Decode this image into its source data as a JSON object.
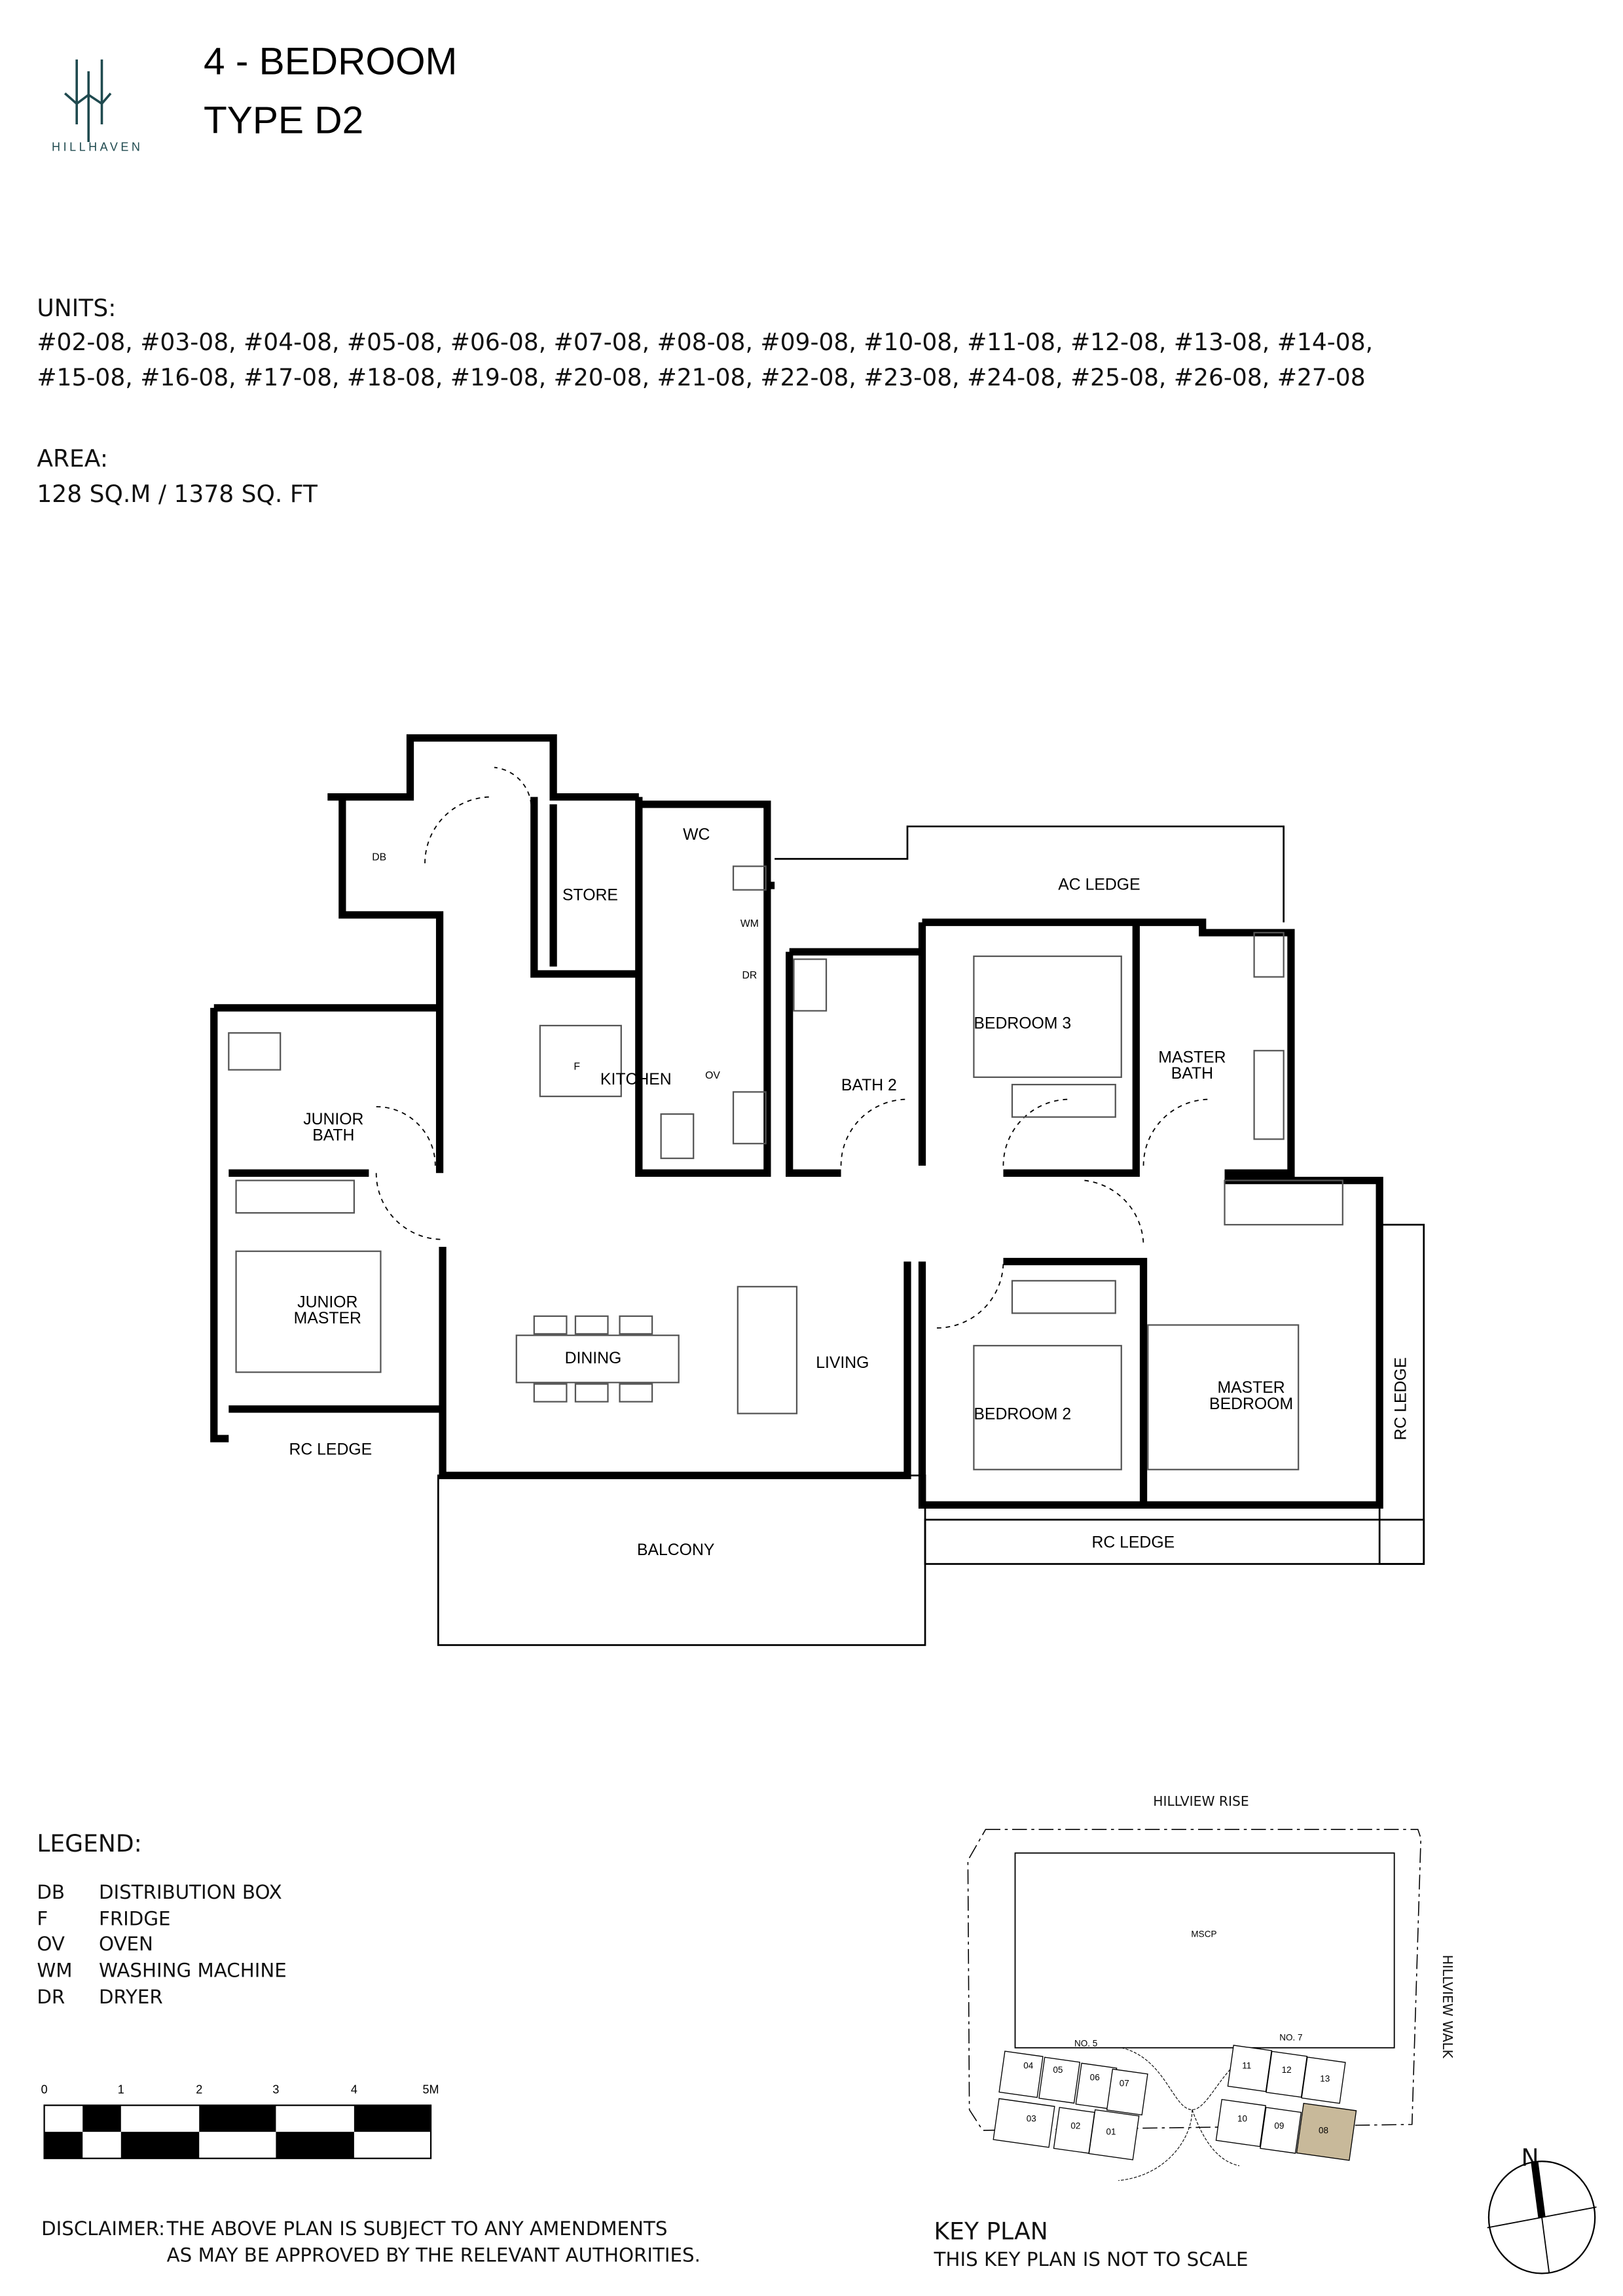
{
  "brand": {
    "name": "HILLHAVEN",
    "color": "#1f4a4f"
  },
  "header": {
    "line1": "4 - BEDROOM",
    "line2": "TYPE D2"
  },
  "units": {
    "label": "UNITS:",
    "line1": "#02-08, #03-08, #04-08, #05-08, #06-08, #07-08, #08-08, #09-08, #10-08, #11-08, #12-08, #13-08, #14-08,",
    "line2": "#15-08, #16-08, #17-08, #18-08, #19-08, #20-08, #21-08, #22-08, #23-08, #24-08, #25-08, #26-08, #27-08"
  },
  "area": {
    "label": "AREA:",
    "value": "128 SQ.M / 1378 SQ. FT"
  },
  "rooms": {
    "db": "DB",
    "store": "STORE",
    "wc": "WC",
    "wm": "WM",
    "dr": "DR",
    "f": "F",
    "ov": "OV",
    "kitchen": "KITCHEN",
    "ac_ledge": "AC LEDGE",
    "bedroom3": "BEDROOM 3",
    "master_bath_1": "MASTER",
    "master_bath_2": "BATH",
    "bath2": "BATH 2",
    "junior_bath_1": "JUNIOR",
    "junior_bath_2": "BATH",
    "junior_master_1": "JUNIOR",
    "junior_master_2": "MASTER",
    "dining": "DINING",
    "living": "LIVING",
    "bedroom2": "BEDROOM 2",
    "master_bedroom_1": "MASTER",
    "master_bedroom_2": "BEDROOM",
    "rc_ledge_left": "RC LEDGE",
    "rc_ledge_bottom": "RC LEDGE",
    "rc_ledge_right": "RC LEDGE",
    "balcony": "BALCONY"
  },
  "legend": {
    "title": "LEGEND:",
    "items": [
      {
        "code": "DB",
        "desc": "DISTRIBUTION BOX"
      },
      {
        "code": "F",
        "desc": "FRIDGE"
      },
      {
        "code": "OV",
        "desc": "OVEN"
      },
      {
        "code": "WM",
        "desc": "WASHING MACHINE"
      },
      {
        "code": "DR",
        "desc": "DRYER"
      }
    ]
  },
  "scale_bar": {
    "ticks": [
      "0",
      "1",
      "2",
      "3",
      "4",
      "5M"
    ]
  },
  "disclaimer": {
    "label": "DISCLAIMER:",
    "line1": "THE ABOVE PLAN IS SUBJECT TO ANY AMENDMENTS",
    "line2": "AS MAY BE APPROVED BY THE RELEVANT AUTHORITIES."
  },
  "key_plan": {
    "road_top": "HILLVIEW RISE",
    "road_right": "HILLVIEW WALK",
    "mscp": "MSCP",
    "block5": "NO. 5",
    "block7": "NO. 7",
    "units": [
      "01",
      "02",
      "03",
      "04",
      "05",
      "06",
      "07",
      "08",
      "09",
      "10",
      "11",
      "12",
      "13"
    ],
    "highlight_color": "#c8b99a",
    "title": "KEY PLAN",
    "note": "THIS KEY PLAN IS NOT TO SCALE",
    "north": "N"
  }
}
